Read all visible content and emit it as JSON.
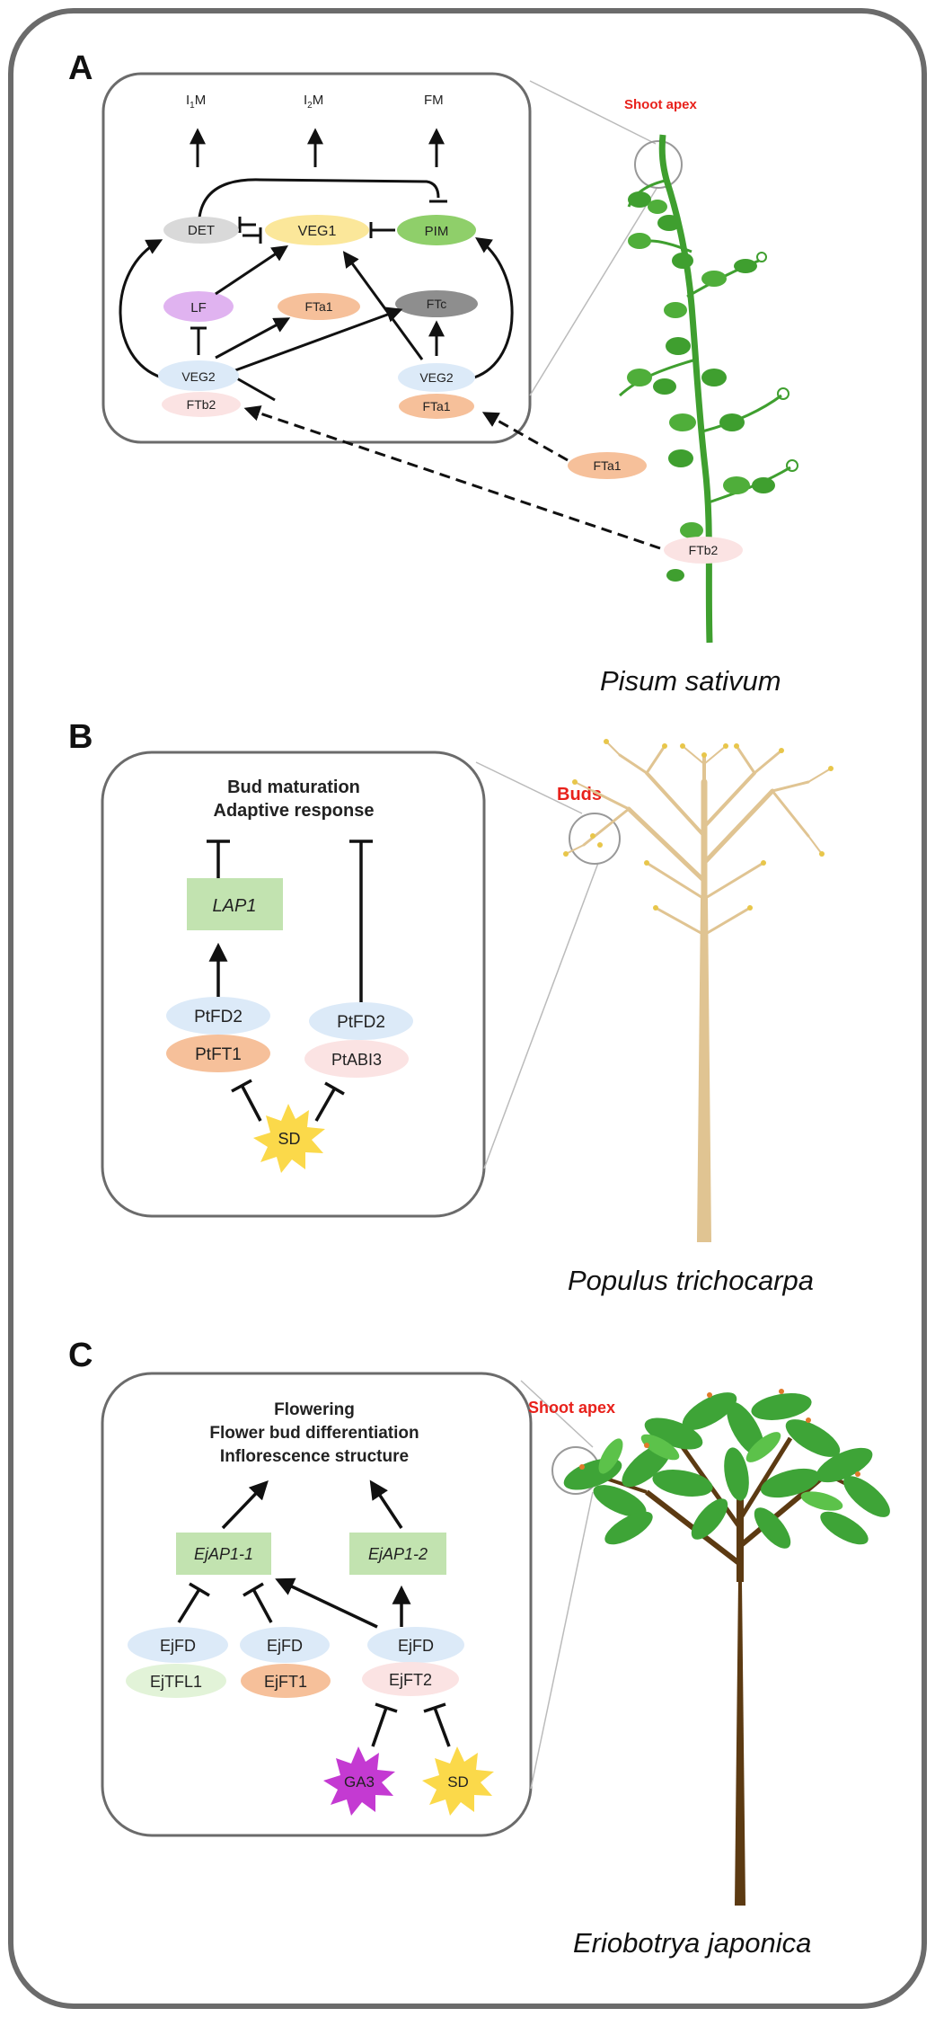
{
  "panels": {
    "a": {
      "letter": "A",
      "location_label": "Shoot apex",
      "species": "Pisum sativum",
      "outputs": {
        "i1m_main": "I",
        "i1m_sub": "1",
        "i1m_tail": "M",
        "i2m_main": "I",
        "i2m_sub": "2",
        "i2m_tail": "M",
        "fm": "FM"
      },
      "nodes": {
        "det": "DET",
        "veg1": "VEG1",
        "pim": "PIM",
        "lf": "LF",
        "fta1_mid": "FTa1",
        "ftc": "FTc",
        "veg2_left": "VEG2",
        "ftb2_left": "FTb2",
        "veg2_right": "VEG2",
        "fta1_right": "FTa1",
        "fta1_leaf": "FTa1",
        "ftb2_leaf": "FTb2"
      }
    },
    "b": {
      "letter": "B",
      "location_label": "Buds",
      "species": "Populus trichocarpa",
      "outputs": {
        "line1": "Bud maturation",
        "line2": "Adaptive response"
      },
      "nodes": {
        "lap1": "LAP1",
        "ptfd2_left": "PtFD2",
        "ptft1": "PtFT1",
        "ptfd2_right": "PtFD2",
        "ptabi3": "PtABI3",
        "sd": "SD"
      }
    },
    "c": {
      "letter": "C",
      "location_label": "Shoot apex",
      "species": "Eriobotrya japonica",
      "outputs": {
        "line1": "Flowering",
        "line2": "Flower bud differentiation",
        "line3": "Inflorescence structure"
      },
      "nodes": {
        "ejap1_1": "EjAP1-1",
        "ejap1_2": "EjAP1-2",
        "ejfd_1": "EjFD",
        "ejtfl1": "EjTFL1",
        "ejfd_2": "EjFD",
        "ejft1": "EjFT1",
        "ejfd_3": "EjFD",
        "ejft2": "EjFT2",
        "ga3": "GA3",
        "sd": "SD"
      }
    }
  },
  "colors": {
    "frame": "#6b6b6b",
    "det": "#d9d9d9",
    "veg1": "#fbe79a",
    "pim": "#8fcf6a",
    "lf": "#e0b3f0",
    "ft_orange": "#f6c09a",
    "ftc": "#8e8e8e",
    "veg2": "#dceaf8",
    "ftb2": "#fbe3e3",
    "gene_box": "#c2e3b0",
    "sd_star": "#fbd94a",
    "ga3_star": "#c43ad2",
    "ejtfl1": "#e2f3d8",
    "plant_green": "#3f9f2f",
    "tree_trunk": "#e0c492",
    "loquat_trunk": "#5c3a12",
    "loquat_leaf": "#3ea437"
  }
}
